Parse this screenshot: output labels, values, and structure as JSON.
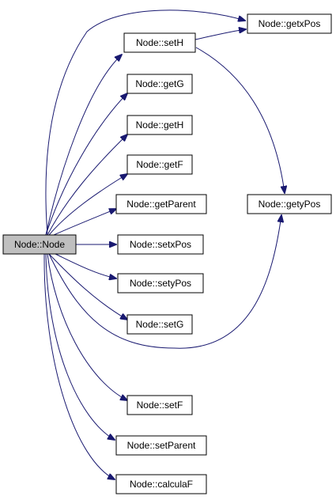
{
  "graph": {
    "root": "Node::Node",
    "colors": {
      "root_fill": "#bfbfbf",
      "node_fill": "#ffffff",
      "border": "#000000",
      "edge": "#191970"
    },
    "nodes": [
      {
        "id": "node-node",
        "label": "Node::Node",
        "root": true
      },
      {
        "id": "node-seth",
        "label": "Node::setH"
      },
      {
        "id": "node-getg",
        "label": "Node::getG"
      },
      {
        "id": "node-geth",
        "label": "Node::getH"
      },
      {
        "id": "node-getf",
        "label": "Node::getF"
      },
      {
        "id": "node-getparent",
        "label": "Node::getParent"
      },
      {
        "id": "node-setxpos",
        "label": "Node::setxPos"
      },
      {
        "id": "node-setypos",
        "label": "Node::setyPos"
      },
      {
        "id": "node-setg",
        "label": "Node::setG"
      },
      {
        "id": "node-setf",
        "label": "Node::setF"
      },
      {
        "id": "node-setparent",
        "label": "Node::setParent"
      },
      {
        "id": "node-calculaf",
        "label": "Node::calculaF"
      },
      {
        "id": "node-getxpos",
        "label": "Node::getxPos"
      },
      {
        "id": "node-getypos",
        "label": "Node::getyPos"
      }
    ],
    "edges": [
      {
        "from": "node-node",
        "to": "node-getxpos"
      },
      {
        "from": "node-node",
        "to": "node-seth"
      },
      {
        "from": "node-node",
        "to": "node-getg"
      },
      {
        "from": "node-node",
        "to": "node-geth"
      },
      {
        "from": "node-node",
        "to": "node-getf"
      },
      {
        "from": "node-node",
        "to": "node-getparent"
      },
      {
        "from": "node-node",
        "to": "node-setxpos"
      },
      {
        "from": "node-node",
        "to": "node-setypos"
      },
      {
        "from": "node-node",
        "to": "node-setg"
      },
      {
        "from": "node-node",
        "to": "node-getypos"
      },
      {
        "from": "node-node",
        "to": "node-setf"
      },
      {
        "from": "node-node",
        "to": "node-setparent"
      },
      {
        "from": "node-node",
        "to": "node-calculaf"
      },
      {
        "from": "node-seth",
        "to": "node-getxpos"
      },
      {
        "from": "node-seth",
        "to": "node-getypos"
      }
    ]
  }
}
